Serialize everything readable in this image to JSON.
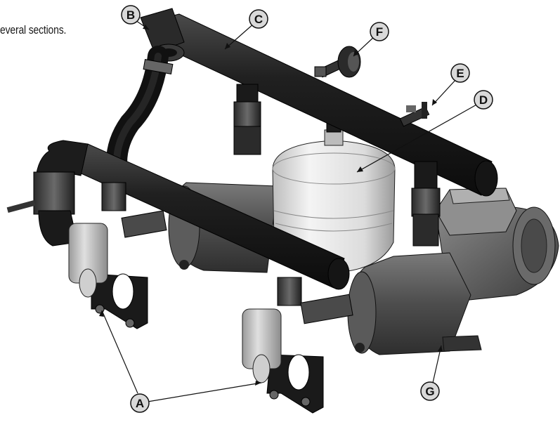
{
  "caption": "everal sections.",
  "callouts": {
    "A": "A",
    "B": "B",
    "C": "C",
    "D": "D",
    "E": "E",
    "F": "F",
    "G": "G"
  },
  "colors": {
    "pipe": "#1e1e1e",
    "pump_body": "#5a5a5a",
    "tank": "#e6e6e6",
    "callout_fill": "#d9d9d9",
    "leader_line": "#111111"
  }
}
